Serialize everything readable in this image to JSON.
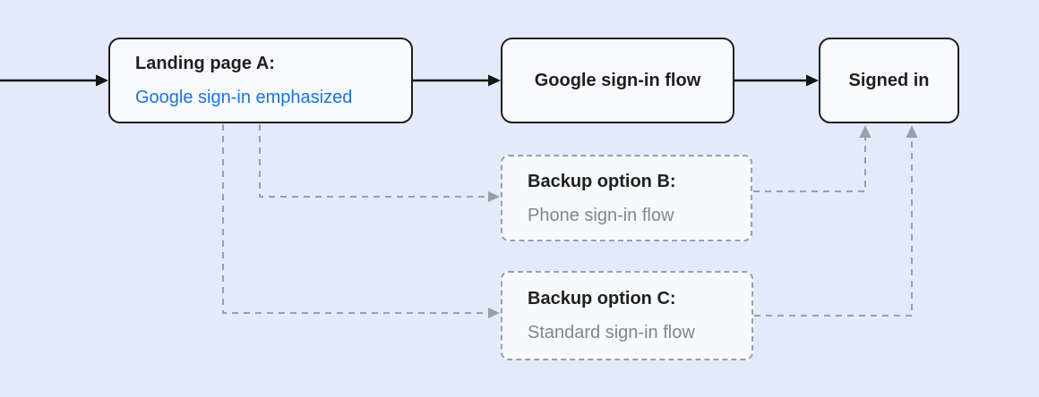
{
  "diagram": {
    "description": "Sign-in flow diagram",
    "colors": {
      "background": "#e3eafa",
      "node_fill": "#f8fafd",
      "solid_border": "#1f1f1f",
      "dashed_border": "#9aa0a6",
      "text_primary": "#1f1f1f",
      "text_secondary": "#80868b",
      "accent_blue": "#1a73e8",
      "arrow_solid": "#151515",
      "arrow_dashed": "#9aa0a6"
    },
    "nodes": {
      "landing": {
        "title": "Landing page A:",
        "subtitle": "Google sign-in emphasized"
      },
      "google_flow": {
        "label": "Google sign-in flow"
      },
      "signed_in": {
        "label": "Signed in"
      },
      "backup_b": {
        "title": "Backup option B:",
        "subtitle": "Phone sign-in flow"
      },
      "backup_c": {
        "title": "Backup option C:",
        "subtitle": "Standard sign-in flow"
      }
    },
    "edges": [
      {
        "from": "start",
        "to": "landing",
        "style": "solid"
      },
      {
        "from": "landing",
        "to": "google_flow",
        "style": "solid"
      },
      {
        "from": "google_flow",
        "to": "signed_in",
        "style": "solid"
      },
      {
        "from": "landing",
        "to": "backup_b",
        "style": "dashed"
      },
      {
        "from": "landing",
        "to": "backup_c",
        "style": "dashed"
      },
      {
        "from": "backup_b",
        "to": "signed_in",
        "style": "dashed"
      },
      {
        "from": "backup_c",
        "to": "signed_in",
        "style": "dashed"
      }
    ]
  }
}
